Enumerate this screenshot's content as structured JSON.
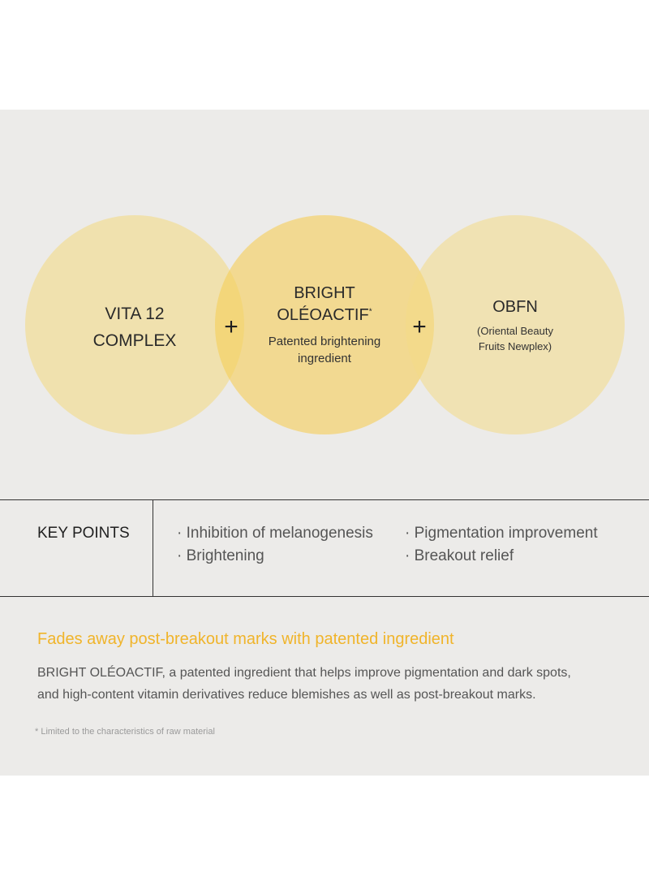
{
  "circles": {
    "left": {
      "line1": "VITA 12",
      "line2": "COMPLEX"
    },
    "middle": {
      "line1": "BRIGHT",
      "line2": "OLÉOACTIF",
      "mark": "*",
      "sub1": "Patented brightening",
      "sub2": "ingredient"
    },
    "right": {
      "title": "OBFN",
      "sub1": "(Oriental Beauty",
      "sub2": "Fruits Newplex)"
    },
    "plus": "+"
  },
  "key_points": {
    "title": "KEY POINTS",
    "items": [
      "· Inhibition of melanogenesis",
      "· Brightening",
      "· Pigmentation improvement",
      "· Breakout relief"
    ]
  },
  "headline": "Fades away post-breakout marks with patented ingredient",
  "body": {
    "line1": "BRIGHT OLÉOACTIF, a patented ingredient that helps improve pigmentation and dark spots,",
    "line2": "and high-content vitamin derivatives reduce blemishes as well as post-breakout marks."
  },
  "footnote": "* Limited to the characteristics of raw material",
  "colors": {
    "panel": "#ecebe9",
    "circle_light": "#f4da87",
    "circle_strong": "#f5ce5a",
    "headline": "#f0b42a"
  }
}
